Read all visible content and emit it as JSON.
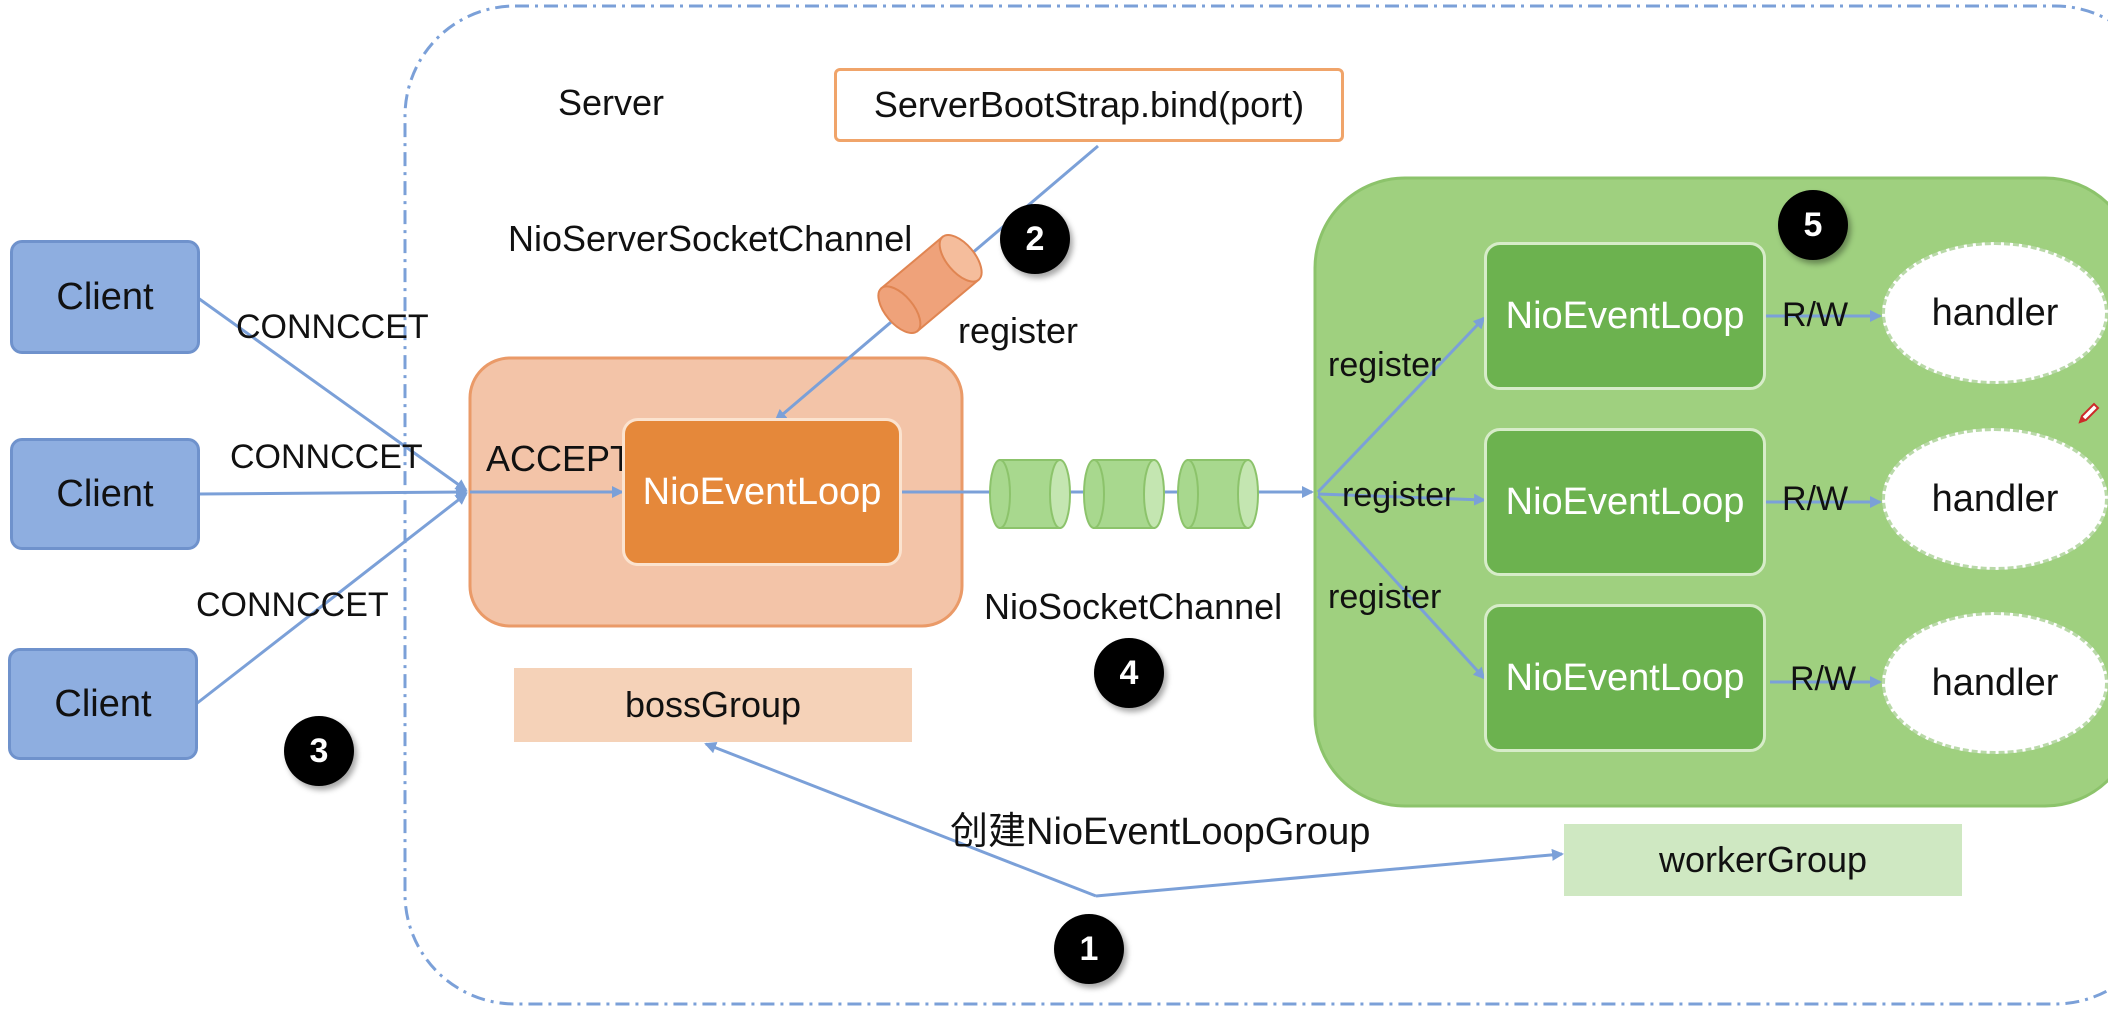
{
  "server_label": "Server",
  "bootstrap_label": "ServerBootStrap.bind(port)",
  "server_socket_channel_label": "NioServerSocketChannel",
  "clients": [
    "Client",
    "Client",
    "Client"
  ],
  "connect_labels": [
    "CONNCCET",
    "CONNCCET",
    "CONNCCET"
  ],
  "accept_label": "ACCEPT",
  "boss_event_loop_label": "NioEventLoop",
  "register_top_label": "register",
  "socket_channel_label": "NioSocketChannel",
  "boss_group_label": "bossGroup",
  "worker_group_label": "workerGroup",
  "create_group_label": "创建NioEventLoopGroup",
  "worker_event_loops": [
    "NioEventLoop",
    "NioEventLoop",
    "NioEventLoop"
  ],
  "register_labels": [
    "register",
    "register",
    "register"
  ],
  "rw_labels": [
    "R/W",
    "R/W",
    "R/W"
  ],
  "handlers": [
    "handler",
    "handler",
    "handler"
  ],
  "step_numbers": [
    "1",
    "2",
    "3",
    "4",
    "5"
  ],
  "colors": {
    "client_fill": "#8eaee0",
    "boss_fill": "#f3c4a8",
    "boss_loop_fill": "#e5883a",
    "worker_fill": "#9fd07f",
    "worker_loop_fill": "#6cb24f",
    "arrow": "#7ba0d8",
    "border_dash": "#7ba0d8"
  }
}
